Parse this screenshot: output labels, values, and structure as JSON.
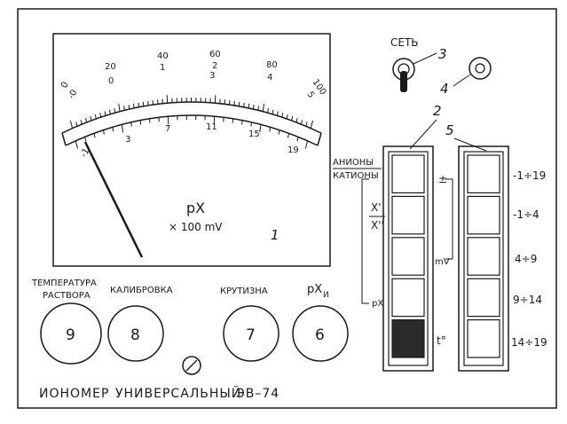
{
  "meter": {
    "top_scale": [
      "0",
      "20",
      "40",
      "60",
      "80",
      "100"
    ],
    "mid_scale": [
      "0",
      "1",
      "2",
      "3",
      "4",
      "5"
    ],
    "left_extra": [
      "-1",
      "-0"
    ],
    "bottom_scale": [
      "-1",
      "3",
      "7",
      "11",
      "15",
      "19"
    ],
    "unit": "pX",
    "sub_unit": "× 100 mV",
    "callout": "1"
  },
  "power": {
    "label": "СЕТЬ",
    "switch_callout": "3",
    "lamp_callout": "4"
  },
  "mode_panel": {
    "callout": "2",
    "label_anions": "АНИОНЫ",
    "label_cations": "КАТИОНЫ",
    "label_x1": "X'",
    "label_x2": "X''",
    "label_pm": "±",
    "label_mv": "mV",
    "label_px": "pX",
    "label_t": "t°",
    "active_index": 4
  },
  "range_panel": {
    "callout": "5",
    "ranges": [
      "-1÷19",
      "-1÷4",
      "4÷9",
      "9÷14",
      "14÷19"
    ]
  },
  "knobs": [
    {
      "label_line1": "ТЕМПЕРАТУРА",
      "label_line2": "РАСТВОРА",
      "number": "9"
    },
    {
      "label_line1": "КАЛИБРОВКА",
      "label_line2": "",
      "number": "8"
    },
    {
      "label_line1": "КРУТИЗНА",
      "label_line2": "",
      "number": "7"
    },
    {
      "label_line1": "pX",
      "label_sub": "И",
      "label_line2": "",
      "number": "6"
    }
  ],
  "footer": {
    "title_part1": "ИОНОМЕР",
    "title_part2": "УНИВЕРСАЛЬНЫЙ",
    "title_part3": "ЭВ–74"
  }
}
